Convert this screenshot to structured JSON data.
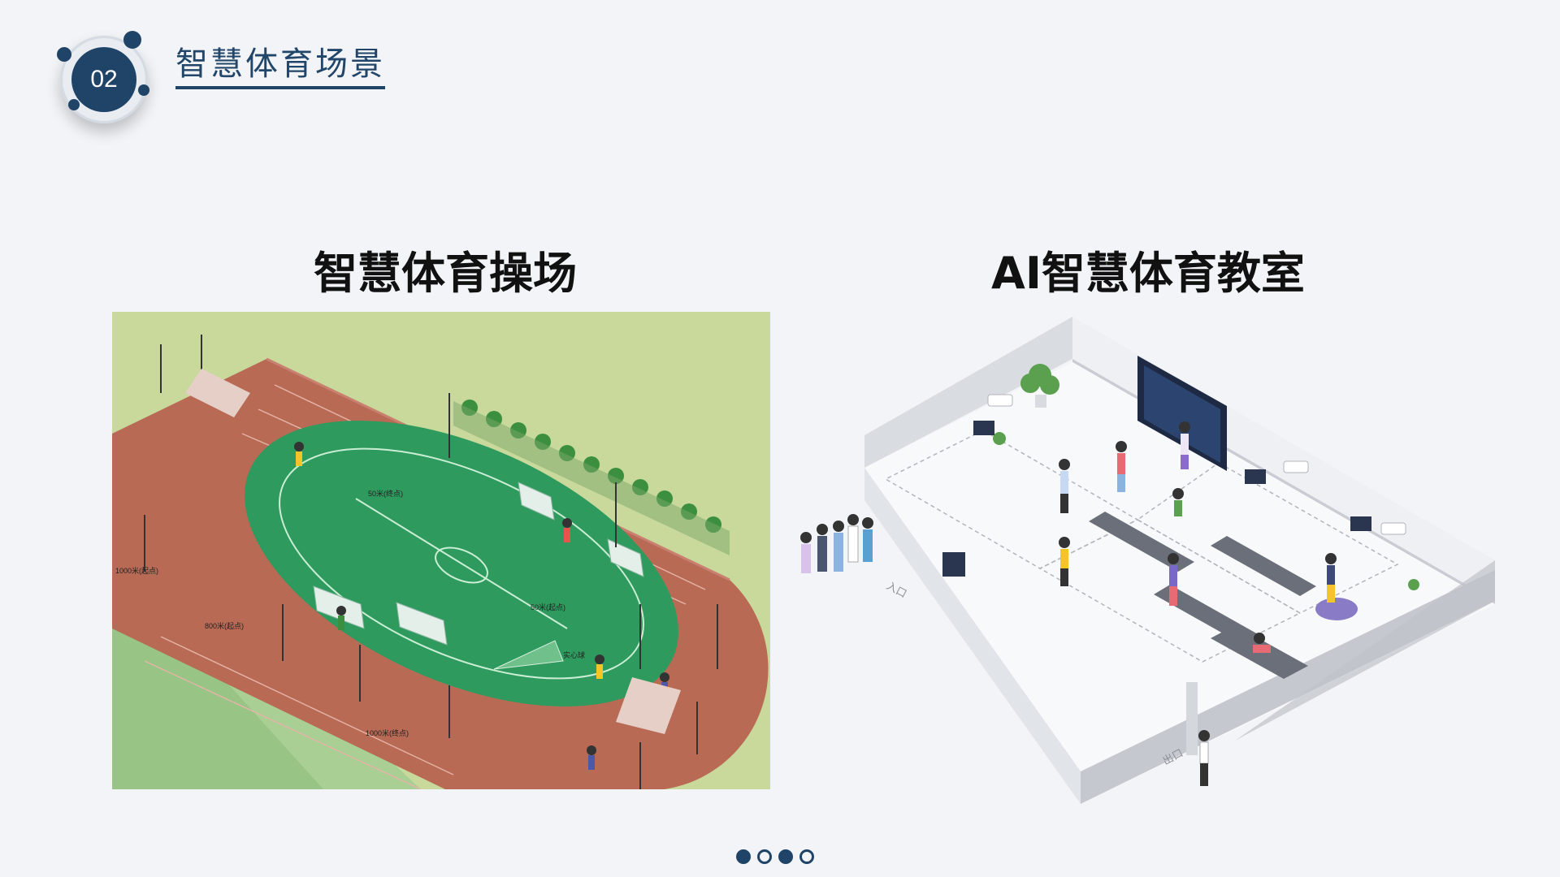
{
  "header": {
    "badge_number": "02",
    "title": "智慧体育场景"
  },
  "panels": [
    {
      "heading": "智慧体育操场",
      "labels": {
        "m50_end": "50米(终点)",
        "m50_start": "50米(起点)",
        "m1000_start": "1000米(起点)",
        "m800_start": "800米(起点)",
        "m1000_end": "1000米(终点)",
        "solid_ball": "实心球"
      }
    },
    {
      "heading": "AI智慧体育教室",
      "labels": {
        "entrance": "入口",
        "exit": "出口"
      }
    }
  ],
  "pagination": {
    "active": [
      0,
      2
    ],
    "count": 4
  },
  "colors": {
    "accent": "#1f4467",
    "track": "#b86a55",
    "field": "#2f9a5e",
    "grass": "#c9d99c",
    "background": "#f2f4f7"
  }
}
